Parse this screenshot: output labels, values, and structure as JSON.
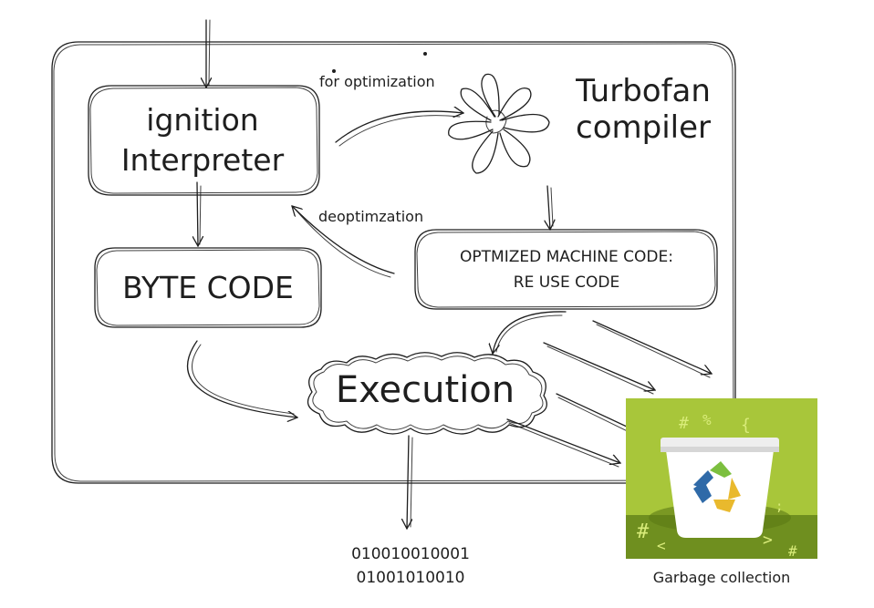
{
  "nodes": {
    "ignition": "ignition\nInterpreter",
    "turbofan": "Turbofan\ncompiler",
    "bytecode": "BYTE CODE",
    "optimized": "OPTMIZED MACHINE CODE:\nRE USE CODE",
    "execution": "Execution"
  },
  "edges": {
    "for_optimization": "for optimization",
    "deoptimization": "deoptimzation"
  },
  "output": {
    "line1": "010010010001",
    "line2": "01001010010"
  },
  "garbage": {
    "label": "Garbage collection",
    "bg_color": "#a8c63a",
    "ground_color": "#6f8f1f",
    "icon": "recycle-bin-icon"
  }
}
